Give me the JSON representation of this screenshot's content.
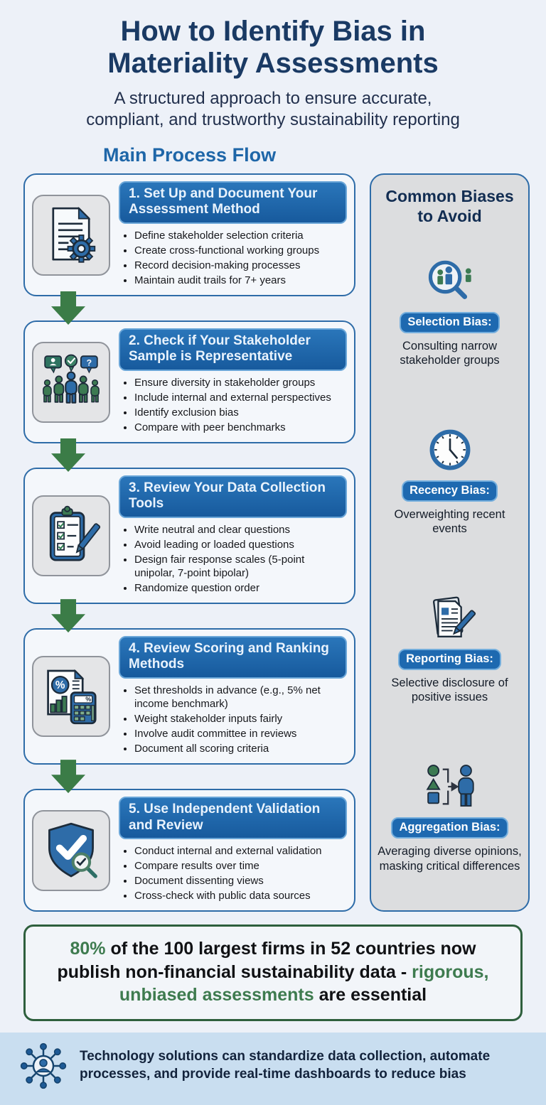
{
  "header": {
    "title_lines": [
      "How to Identify Bias in",
      "Materiality Assessments"
    ],
    "subtitle_lines": [
      "A structured approach to ensure accurate,",
      "compliant, and trustworthy sustainability reporting"
    ],
    "section_heading": "Main Process Flow"
  },
  "steps": [
    {
      "icon": "document-gear-icon",
      "title": "1. Set Up and Document Your Assessment Method",
      "bullets": [
        "Define stakeholder selection criteria",
        "Create cross-functional working groups",
        "Record decision-making processes",
        "Maintain audit trails for 7+ years"
      ]
    },
    {
      "icon": "stakeholder-group-icon",
      "title": "2. Check if Your Stakeholder Sample is Representative",
      "bullets": [
        "Ensure diversity in stakeholder groups",
        "Include internal and external perspectives",
        "Identify exclusion bias",
        "Compare with peer benchmarks"
      ]
    },
    {
      "icon": "clipboard-checklist-icon",
      "title": "3. Review Your Data Collection Tools",
      "bullets": [
        "Write neutral and clear questions",
        "Avoid leading or loaded questions",
        "Design fair response scales (5-point unipolar, 7-point bipolar)",
        "Randomize question order"
      ]
    },
    {
      "icon": "report-calculator-icon",
      "title": "4. Review Scoring and Ranking Methods",
      "bullets": [
        "Set thresholds in advance (e.g., 5% net income benchmark)",
        "Weight stakeholder inputs fairly",
        "Involve audit committee in reviews",
        "Document all scoring criteria"
      ]
    },
    {
      "icon": "shield-check-icon",
      "title": "5. Use Independent Validation and Review",
      "bullets": [
        "Conduct internal and external validation",
        "Compare results over time",
        "Document dissenting views",
        "Cross-check with public data sources"
      ]
    }
  ],
  "sidebar": {
    "title": "Common Biases to Avoid",
    "biases": [
      {
        "icon": "magnifier-people-icon",
        "label": "Selection Bias:",
        "description": "Consulting narrow stakeholder groups"
      },
      {
        "icon": "clock-icon",
        "label": "Recency Bias:",
        "description": "Overweighting recent events"
      },
      {
        "icon": "document-pen-icon",
        "label": "Reporting Bias:",
        "description": "Selective disclosure of positive issues"
      },
      {
        "icon": "shapes-to-person-icon",
        "label": "Aggregation Bias:",
        "description": "Averaging diverse opinions, masking critical differences"
      }
    ]
  },
  "stat": {
    "segments": [
      {
        "text": "80%",
        "style": "green"
      },
      {
        "text": " of the 100 largest firms in 52 countries now publish non-financial sustainability data - ",
        "style": "dark"
      },
      {
        "text": "rigorous, unbiased assessments",
        "style": "green"
      },
      {
        "text": " are essential",
        "style": "dark"
      }
    ]
  },
  "footer": {
    "icon": "network-hub-icon",
    "text": "Technology solutions can standardize data collection, automate processes, and provide real-time dashboards to reduce bias"
  },
  "colors": {
    "page_background": "#edf1f8",
    "title_navy": "#1a3a64",
    "heading_blue": "#1e66a8",
    "step_header_blue": "#1d5fa5",
    "card_border_blue": "#2e6ca8",
    "arrow_green": "#3b7c47",
    "stat_green": "#3e7b4f",
    "stat_border_green": "#2e5f3d",
    "footer_band_blue": "#c9def0"
  }
}
